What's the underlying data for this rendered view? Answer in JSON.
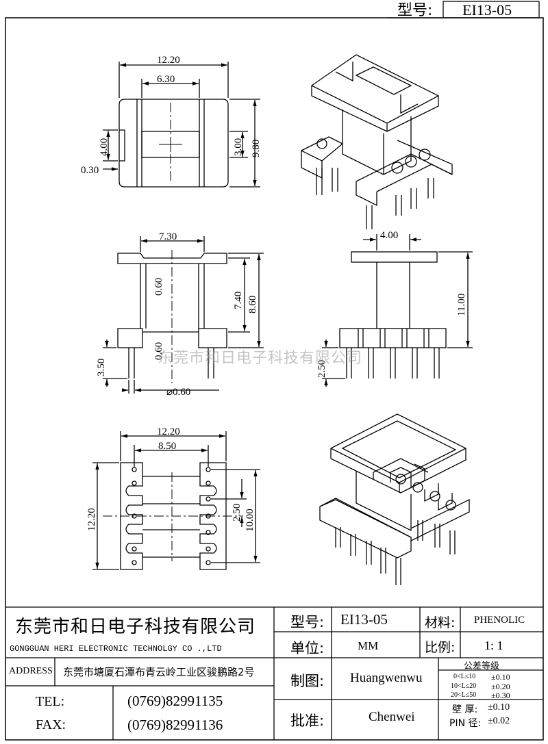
{
  "header": {
    "model_label": "型号:",
    "model_value": "EI13-05"
  },
  "dimensions": {
    "top": {
      "width": "12.20",
      "inner": "6.30",
      "left_h": "4.00",
      "mid_h": "3.00",
      "right_h": "9.80",
      "gap": "0.30"
    },
    "front": {
      "width": "7.30",
      "wall_top": "0.60",
      "wall_bottom": "0.60",
      "inner_h": "7.40",
      "total_h": "8.60",
      "pin_len": "3.50",
      "pin_dia": "⌀0.60"
    },
    "side": {
      "width": "4.00",
      "height": "11.00",
      "pin_len": "2.50"
    },
    "bottom": {
      "width": "12.20",
      "pitch_x": "8.50",
      "height": "12.20",
      "pitch_y": "2.50",
      "span": "10.00"
    }
  },
  "watermark": "东莞市和日电子科技有限公司",
  "titleblock": {
    "company_cn": "东莞市和日电子科技有限公司",
    "company_en": "GONGGUAN HERI ELECTRONIC TECHNOLGY CO .,LTD",
    "address_label": "ADDRESS",
    "address_value": "东莞市塘厦石潭布青云岭工业区骏鹏路2号",
    "tel_label": "TEL:",
    "tel_value": "(0769)82991135",
    "fax_label": "FAX:",
    "fax_value": "(0769)82991136",
    "model_label": "型号:",
    "model_value": "EI13-05",
    "material_label": "材料:",
    "material_value": "PHENOLIC",
    "unit_label": "单位:",
    "unit_value": "MM",
    "scale_label": "比例:",
    "scale_value": "1: 1",
    "drawn_label": "制图:",
    "drawn_value": "Huangwenwu",
    "approved_label": "批准:",
    "approved_value": "Chenwei",
    "tolerance_title": "公差等级",
    "tol_rows": [
      {
        "range": "0<L≤10",
        "value": "±0.10"
      },
      {
        "range": "10<L≤20",
        "value": "±0.20"
      },
      {
        "range": "20<L≤50",
        "value": "±0.30"
      }
    ],
    "wall_label": "壁 厚:",
    "wall_value": "±0.10",
    "pin_label": "PIN 径:",
    "pin_value": "±0.02"
  }
}
